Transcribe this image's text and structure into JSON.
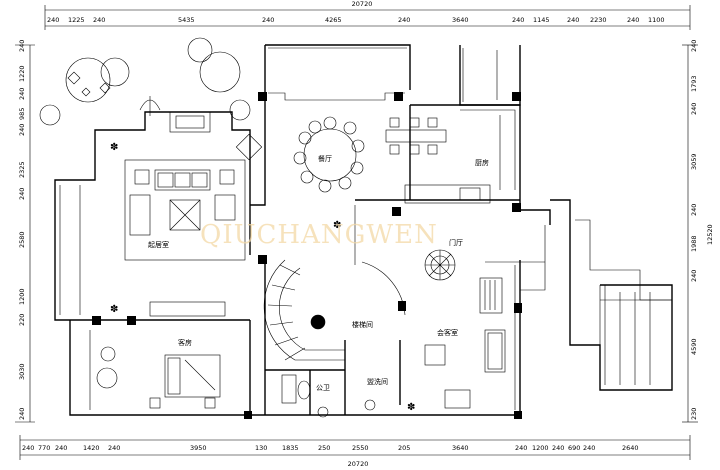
{
  "dimensions": {
    "top_total": "20720",
    "bottom_total": "20720",
    "top": [
      "240",
      "1225",
      "240",
      "5435",
      "240",
      "4265",
      "240",
      "3640",
      "240",
      "1145",
      "240",
      "2230",
      "240",
      "1100"
    ],
    "bottom": [
      "240",
      "770",
      "240",
      "1420",
      "240",
      "3950",
      "130",
      "1835",
      "250",
      "2550",
      "205",
      "3640",
      "240",
      "1200",
      "240",
      "690",
      "240",
      "2640"
    ],
    "left": [
      "240",
      "1220",
      "240",
      "985",
      "240",
      "2325",
      "240",
      "2580",
      "1200",
      "220",
      "3030",
      "240"
    ],
    "right": [
      "240",
      "1793",
      "240",
      "3059",
      "240",
      "1988",
      "240",
      "4590",
      "230"
    ],
    "right_total": "12520"
  },
  "rooms": {
    "dining": "餐厅",
    "kitchen": "厨房",
    "living": "起居室",
    "foyer": "门厅",
    "guest_room": "客房",
    "stairwell": "楼梯间",
    "reception": "会客室",
    "bathroom": "公卫",
    "laundry": "盥洗间"
  },
  "watermark": "QIUCHANGWEN"
}
